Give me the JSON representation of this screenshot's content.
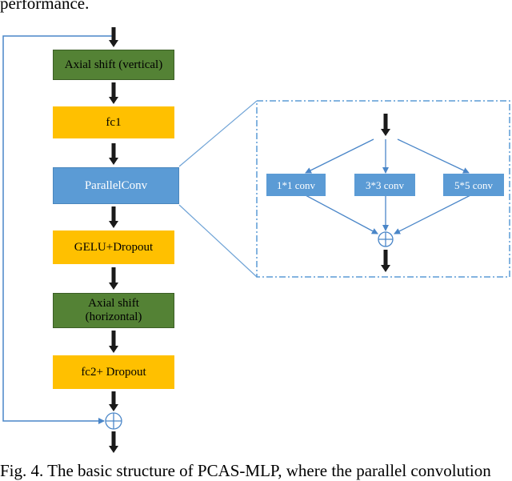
{
  "top_text": "performance.",
  "caption": "Fig. 4.  The basic structure of PCAS-MLP, where the parallel convolution",
  "main_blocks": [
    {
      "label": "Axial shift (vertical)",
      "kind": "green"
    },
    {
      "label": "fc1",
      "kind": "yellow"
    },
    {
      "label": "ParallelConv",
      "kind": "blue"
    },
    {
      "label": "GELU+Dropout",
      "kind": "yellow"
    },
    {
      "label": "Axial shift\n(horizontal)",
      "kind": "green"
    },
    {
      "label": "fc2+ Dropout",
      "kind": "yellow"
    }
  ],
  "detail": {
    "branches": [
      "1*1 conv",
      "3*3 conv",
      "5*5 conv"
    ]
  },
  "colors": {
    "green": "#548235",
    "yellow": "#ffc000",
    "blue": "#5b9bd5",
    "line": "#4a86c8",
    "arrow": "#1a1a1a"
  }
}
